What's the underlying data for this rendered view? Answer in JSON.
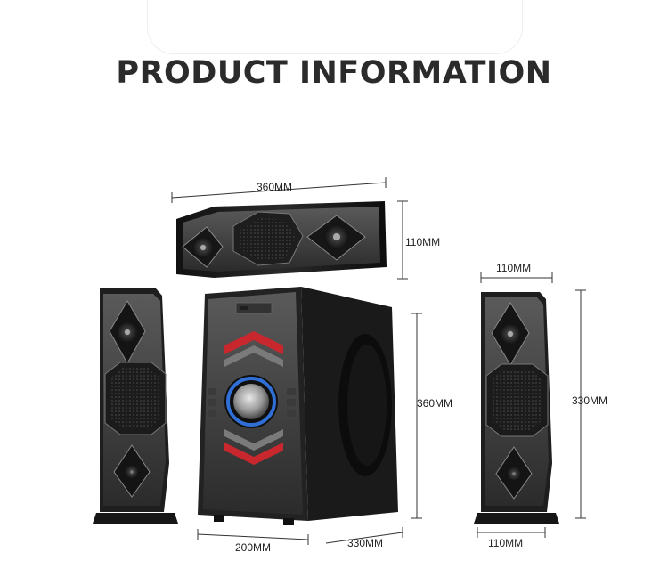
{
  "title": "PRODUCT INFORMATION",
  "dimensions": {
    "center_width": "360MM",
    "center_height": "110MM",
    "sub_height": "360MM",
    "sub_width": "200MM",
    "sub_depth": "330MM",
    "sat_width_top": "110MM",
    "sat_height": "330MM",
    "sat_width_bottom": "110MM"
  },
  "colors": {
    "title": "#2b2b2b",
    "speaker_body": "#1a1a1a",
    "speaker_panel": "#4a4a4a",
    "accent_red": "#c8282d",
    "accent_blue": "#2f6fd6"
  }
}
